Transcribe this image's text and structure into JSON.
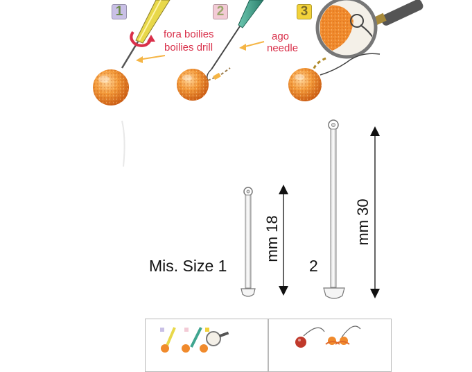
{
  "steps": [
    {
      "number": "1",
      "label_line1": "fora boilies",
      "label_line2": "boilies drill",
      "badge_color": "#c9c0e6"
    },
    {
      "number": "2",
      "label_line1": "ago",
      "label_line2": "needle",
      "badge_color": "#f3cbd6"
    },
    {
      "number": "3",
      "badge_color": "#f2d23a"
    }
  ],
  "sizes": [
    {
      "label": "Mis. Size 1",
      "measure": "mm 18"
    },
    {
      "label": "2",
      "measure": "mm 30"
    }
  ],
  "colors": {
    "label_red": "#d9304a",
    "boilie_orange": "#f08a2c",
    "needle_teal": "#3fa58f",
    "drill_yellow": "#e8d84a"
  },
  "thumbnails": [
    {
      "name": "instructions-thumbnail"
    },
    {
      "name": "bait-thumbnail"
    }
  ]
}
